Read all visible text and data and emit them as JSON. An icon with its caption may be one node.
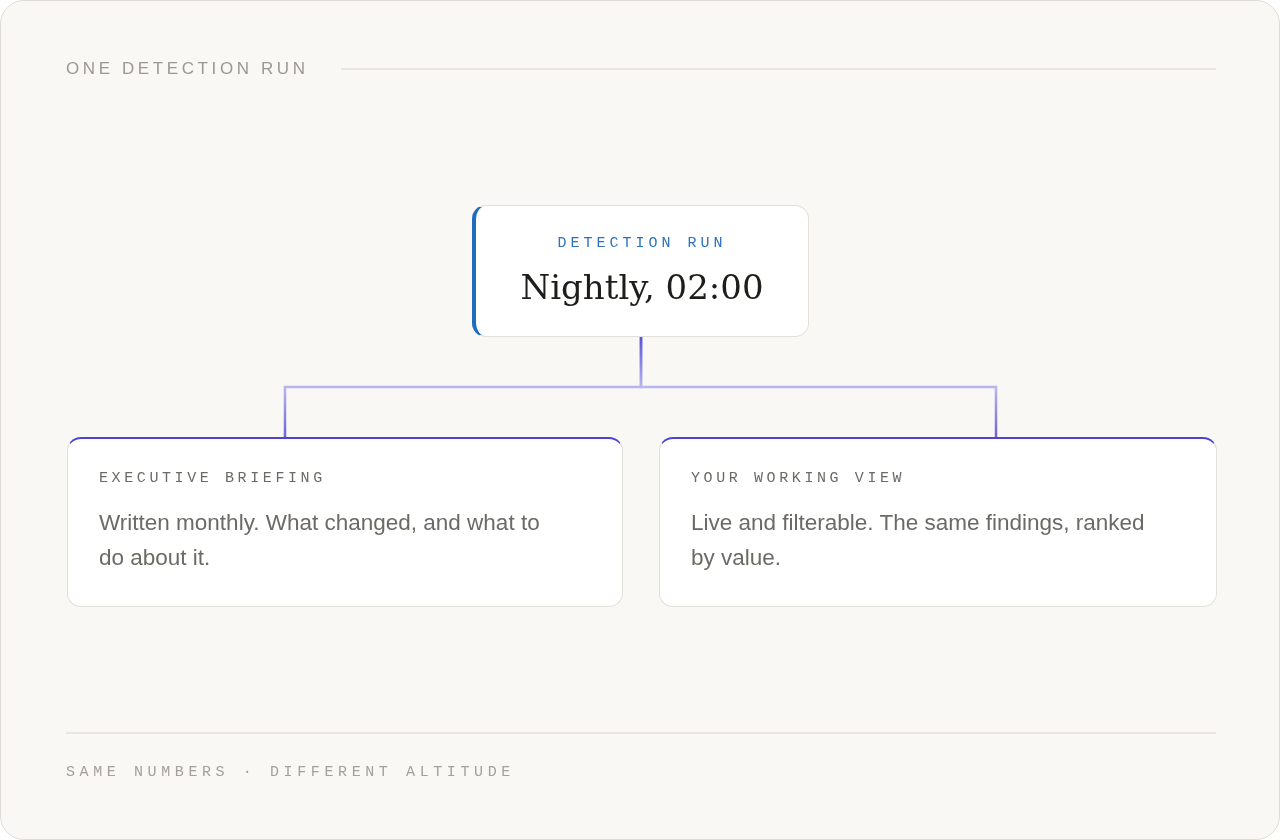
{
  "diagram": {
    "title": "ONE DETECTION RUN",
    "caption": "SAME NUMBERS · DIFFERENT ALTITUDE",
    "nodes": [
      {
        "text": [
          "DETECTION RUN",
          "Nightly, 02:00"
        ]
      },
      {
        "text": [
          "EXECUTIVE BRIEFING",
          "Written monthly. What changed, and what to do about it."
        ]
      },
      {
        "text": [
          "YOUR WORKING VIEW",
          "Live and filterable. The same findings, ranked by value."
        ]
      }
    ],
    "edges": [
      {
        "from": 0,
        "to": 1,
        "arrow": "none"
      },
      {
        "from": 0,
        "to": 2,
        "arrow": "none"
      }
    ]
  }
}
